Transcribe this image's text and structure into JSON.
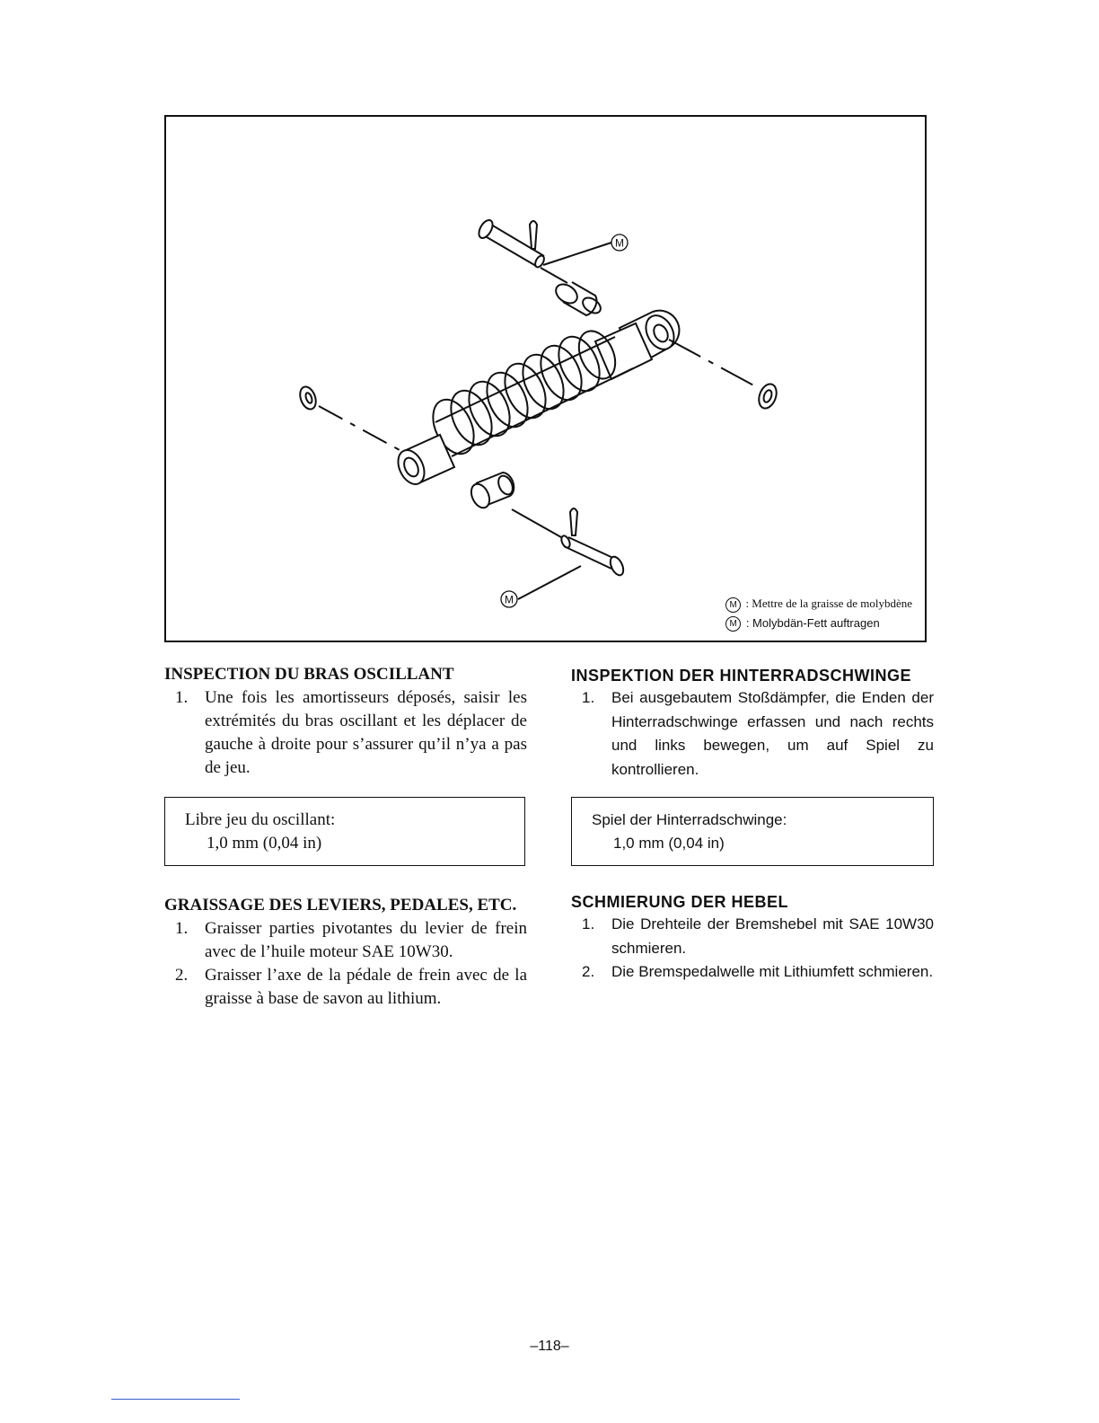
{
  "figure": {
    "callout_symbol": "M",
    "legend": {
      "fr": ": Mettre de la graisse de molybdène",
      "de": ": Molybdän-Fett auftragen"
    }
  },
  "french": {
    "section1": {
      "heading": "INSPECTION DU BRAS OSCILLANT",
      "items": [
        {
          "num": "1.",
          "text": "Une fois les amortisseurs déposés, saisir les extrémités du bras oscillant et les déplacer de gauche à droite pour s’assurer qu’il n’ya a pas de jeu."
        }
      ],
      "spec_label": "Libre jeu du oscillant:",
      "spec_value": "1,0 mm (0,04 in)"
    },
    "section2": {
      "heading": "GRAISSAGE DES LEVIERS, PEDALES, ETC.",
      "items": [
        {
          "num": "1.",
          "text": "Graisser parties pivotantes du levier de frein avec de l’huile moteur SAE 10W30."
        },
        {
          "num": "2.",
          "text": "Graisser l’axe de la pédale de frein avec de la graisse à base de savon au lithium."
        }
      ]
    }
  },
  "german": {
    "section1": {
      "heading": "INSPEKTION DER HINTERRADSCHWINGE",
      "items": [
        {
          "num": "1.",
          "text": "Bei ausgebautem Stoßdämpfer, die Enden der Hinterradschwinge erfassen und nach rechts und links bewegen, um auf Spiel zu kontrollieren."
        }
      ],
      "spec_label": "Spiel der Hinterradschwinge:",
      "spec_value": "1,0 mm (0,04 in)"
    },
    "section2": {
      "heading": "SCHMIERUNG DER HEBEL",
      "items": [
        {
          "num": "1.",
          "text": "Die Drehteile der Bremshebel mit SAE 10W30 schmieren."
        },
        {
          "num": "2.",
          "text": "Die Bremspedalwelle mit Lithiumfett schmieren."
        }
      ]
    }
  },
  "page_number": "–118–"
}
